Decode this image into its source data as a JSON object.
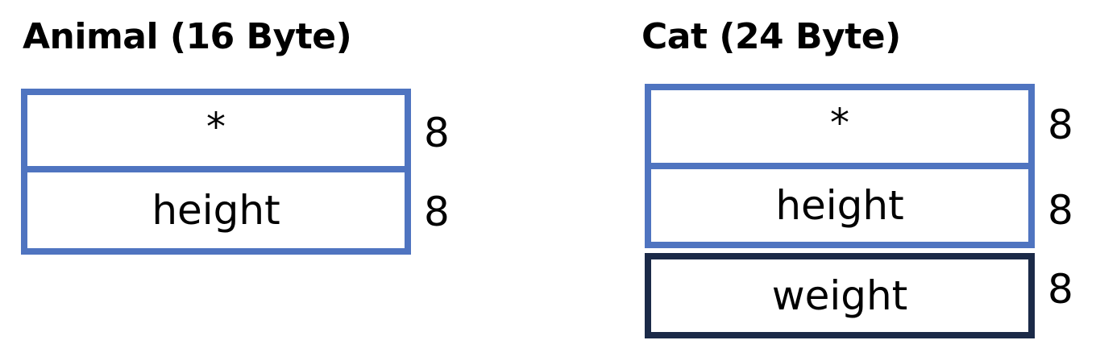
{
  "animal": {
    "title": "Animal (16 Byte)",
    "fields": [
      {
        "label": "*",
        "size": "8"
      },
      {
        "label": "height",
        "size": "8"
      }
    ]
  },
  "cat": {
    "title": "Cat (24 Byte)",
    "fields": [
      {
        "label": "*",
        "size": "8"
      },
      {
        "label": "height",
        "size": "8"
      },
      {
        "label": "weight",
        "size": "8"
      }
    ]
  },
  "colors": {
    "inherited_border": "#4f74c0",
    "new_field_border": "#1b2a48"
  }
}
